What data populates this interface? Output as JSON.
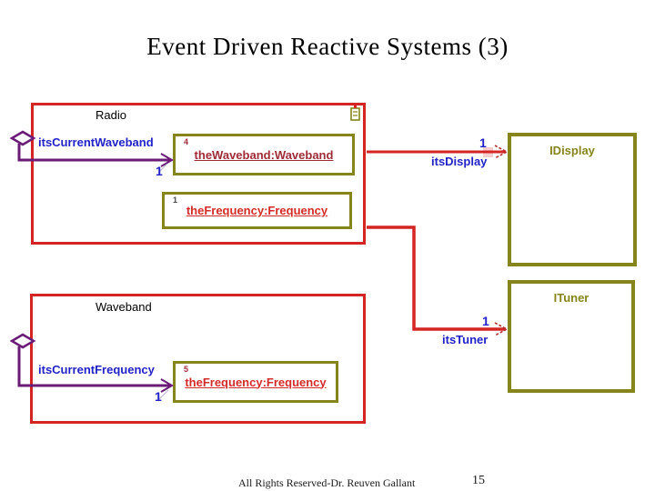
{
  "slide": {
    "title": "Event Driven Reactive Systems (3)",
    "footer": "All Rights Reserved-Dr. Reuven Gallant",
    "page_number": "15"
  },
  "diagram": {
    "radio": {
      "name": "Radio"
    },
    "waveband_class": {
      "name": "Waveband"
    },
    "idisplay": {
      "name": "IDisplay"
    },
    "ituner": {
      "name": "ITuner"
    },
    "parts": {
      "the_waveband": {
        "label": "theWaveband:Waveband",
        "index": "4"
      },
      "the_frequency_radio": {
        "label": "theFrequency:Frequency",
        "index": "1"
      },
      "the_frequency_waveband": {
        "label": "theFrequency:Frequency",
        "index": "5"
      }
    },
    "links": {
      "its_current_waveband": {
        "label": "itsCurrentWaveband",
        "multiplicity": "1"
      },
      "its_display": {
        "label": "itsDisplay",
        "multiplicity": "1"
      },
      "its_tuner": {
        "label": "itsTuner",
        "multiplicity": "1"
      },
      "its_current_frequency": {
        "label": "itsCurrentFrequency",
        "multiplicity": "1"
      }
    },
    "colors": {
      "class_border_red": "#D42424",
      "part_border_olive": "#85851C",
      "interface_text_olive": "#85851C",
      "association_purple": "#6A1B76",
      "label_blue": "#2222C8",
      "part_text_dark_red": "#A02B38",
      "part_text_bright_red": "#D42A2A"
    }
  }
}
